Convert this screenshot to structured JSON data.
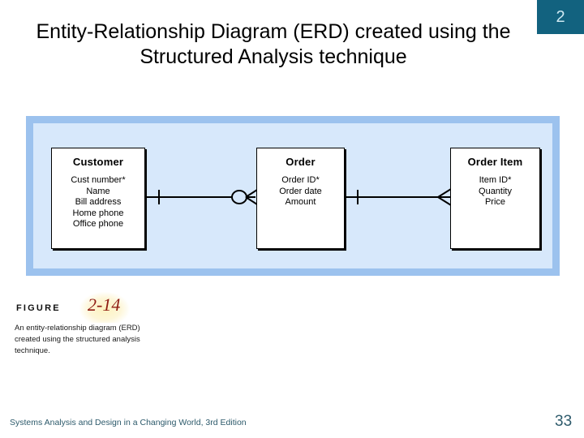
{
  "slide": {
    "number_badge": "2",
    "title": "Entity-Relationship Diagram (ERD) created using the Structured Analysis technique",
    "background_color": "#ffffff",
    "badge_color": "#12627f"
  },
  "diagram": {
    "panel_fill": "#d7e8fb",
    "panel_border": "#9cc2ee",
    "entities": [
      {
        "name": "Customer",
        "attributes": [
          "Cust number*",
          "Name",
          "Bill address",
          "Home phone",
          "Office phone"
        ]
      },
      {
        "name": "Order",
        "attributes": [
          "Order ID*",
          "Order date",
          "Amount"
        ]
      },
      {
        "name": "Order Item",
        "attributes": [
          "Item ID*",
          "Quantity",
          "Price"
        ]
      }
    ],
    "relationships": [
      {
        "from": "Customer",
        "to": "Order",
        "from_cardinality": "one-mandatory",
        "to_cardinality": "zero-or-many"
      },
      {
        "from": "Order",
        "to": "Order Item",
        "from_cardinality": "one-mandatory",
        "to_cardinality": "many"
      }
    ]
  },
  "figure": {
    "label": "FIGURE",
    "number": "2-14",
    "description": "An entity-relationship diagram (ERD) created using the structured analysis technique.",
    "number_color": "#8f1c12"
  },
  "footer": {
    "source": "Systems Analysis and Design in a Changing World, 3rd Edition",
    "page_number": "33",
    "color": "#2d5a6b"
  }
}
